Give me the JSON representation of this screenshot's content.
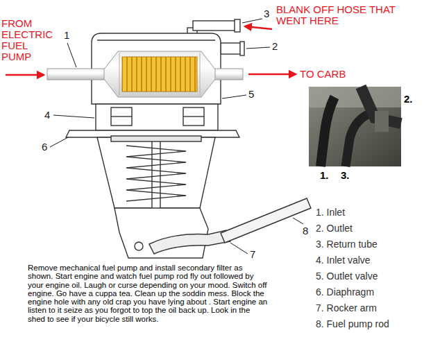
{
  "diagram": {
    "caption": "Remove mechanical fuel pump and install secondary filter as shown. Start engine and watch fuel pump rod fly out followed by your engine oil. Laugh or curse depending on your mood. Switch off engine. Go have a cuppa tea. Clean up the soddin mess. Block the engine hole with any old crap you have lying about . Start engine an listen to it seize as you forgot to top the oil back up. Look in the shed to see if your bicycle still works.",
    "labels": [
      "FROM ELECTRIC FUEL PUMP",
      "BLANK OFF HOSE THAT WENT HERE",
      "TO CARB",
      "1",
      "2",
      "3",
      "4",
      "5",
      "6",
      "7",
      "8",
      "2.",
      "1.",
      "3.",
      "1. Inlet",
      "2. Outlet",
      "3. Return tube",
      "4. Inlet valve",
      "5. Outlet valve",
      "6. Diaphragm",
      "7. Rocker arm",
      "8. Fuel pump rod"
    ]
  }
}
